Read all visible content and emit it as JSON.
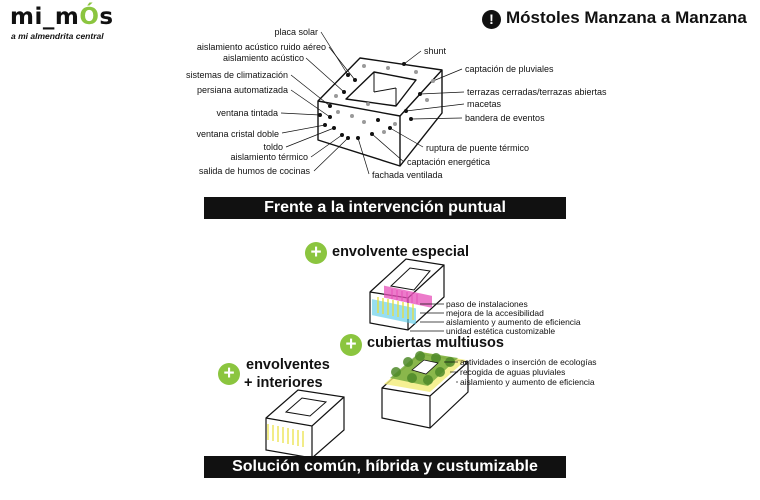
{
  "logo": {
    "prefix": "mi_m",
    "accent": "Ó",
    "suffix": "s",
    "tagline": "a mi almendrita central"
  },
  "header": {
    "badge": "!",
    "title": "Móstoles Manzana a Manzana"
  },
  "left_labels": [
    "placa solar",
    "aislamiento acústico ruido aéreo",
    "aislamiento acústico",
    "sistemas de climatización",
    "persiana automatizada",
    "ventana tintada",
    "ventana cristal doble",
    "toldo",
    "aislamiento térmico",
    "salida de humos de cocinas"
  ],
  "right_labels": [
    "shunt",
    "captación de pluviales",
    "terrazas cerradas/terrazas abiertas",
    "macetas",
    "bandera de eventos",
    "ruptura de puente térmico",
    "captación energética",
    "fachada ventilada"
  ],
  "band_top": "Frente a la intervención puntual",
  "band_bottom": "Solución común, híbrida y custumizable",
  "plus_symbol": "+",
  "sections": {
    "envolvente": {
      "title": "envolvente especial",
      "items": [
        "paso de instalaciones",
        "mejora de la accesibilidad",
        "aislamiento y aumento de eficiencia",
        "unidad estética customizable"
      ]
    },
    "cubiertas": {
      "title": "cubiertas multiusos",
      "items": [
        "actividades o inserción de ecologías",
        "recogida de aguas pluviales",
        "aislamiento y aumento de eficiencia"
      ]
    },
    "interiores": {
      "line1": "envolventes",
      "line2": "+ interiores"
    }
  },
  "colors": {
    "accent": "#8bc53f",
    "band": "#111111",
    "magenta": "#e64fb8",
    "cyan": "#52c8e6",
    "yellow": "#e8df3a"
  }
}
